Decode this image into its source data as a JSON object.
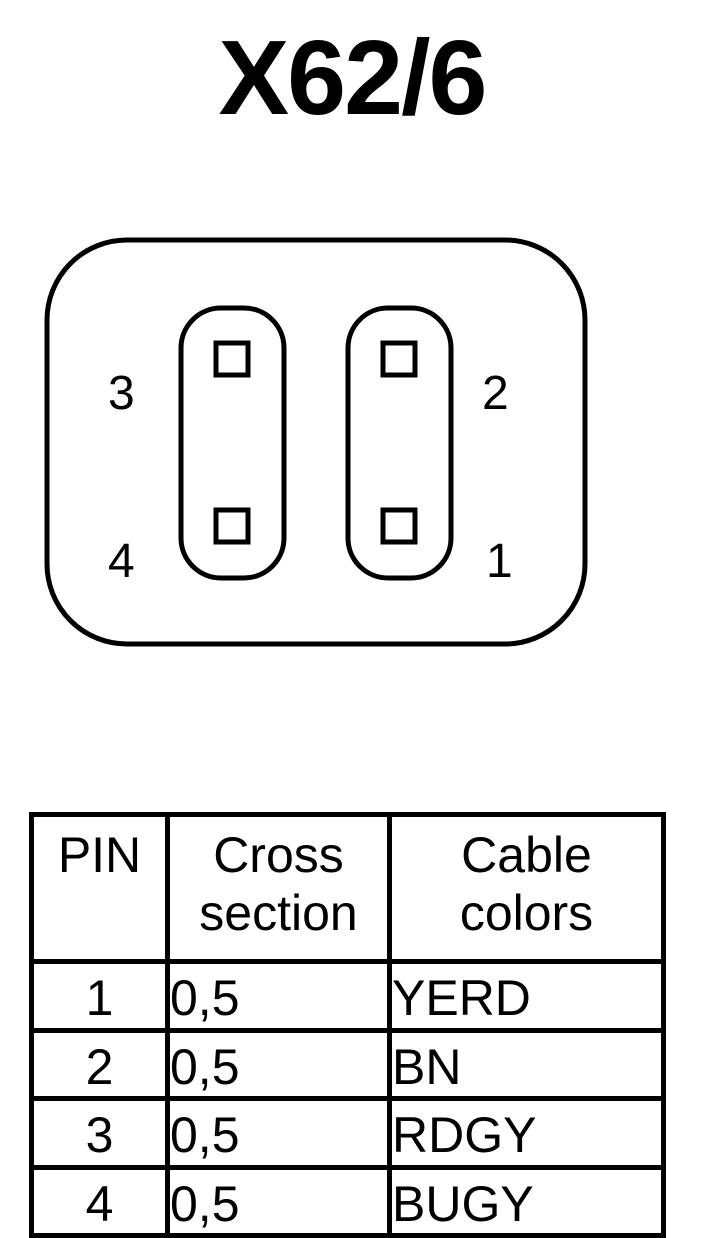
{
  "title": "X62/6",
  "pin_labels": {
    "p1": "1",
    "p2": "2",
    "p3": "3",
    "p4": "4"
  },
  "table": {
    "headers": {
      "pin": "PIN",
      "cross_1": "Cross",
      "cross_2": "section",
      "colors_1": "Cable",
      "colors_2": "colors"
    },
    "rows": [
      {
        "pin": "1",
        "cross": "0,5",
        "color": "YERD"
      },
      {
        "pin": "2",
        "cross": "0,5",
        "color": "BN"
      },
      {
        "pin": "3",
        "cross": "0,5",
        "color": "RDGY"
      },
      {
        "pin": "4",
        "cross": "0,5",
        "color": "BUGY"
      }
    ]
  }
}
